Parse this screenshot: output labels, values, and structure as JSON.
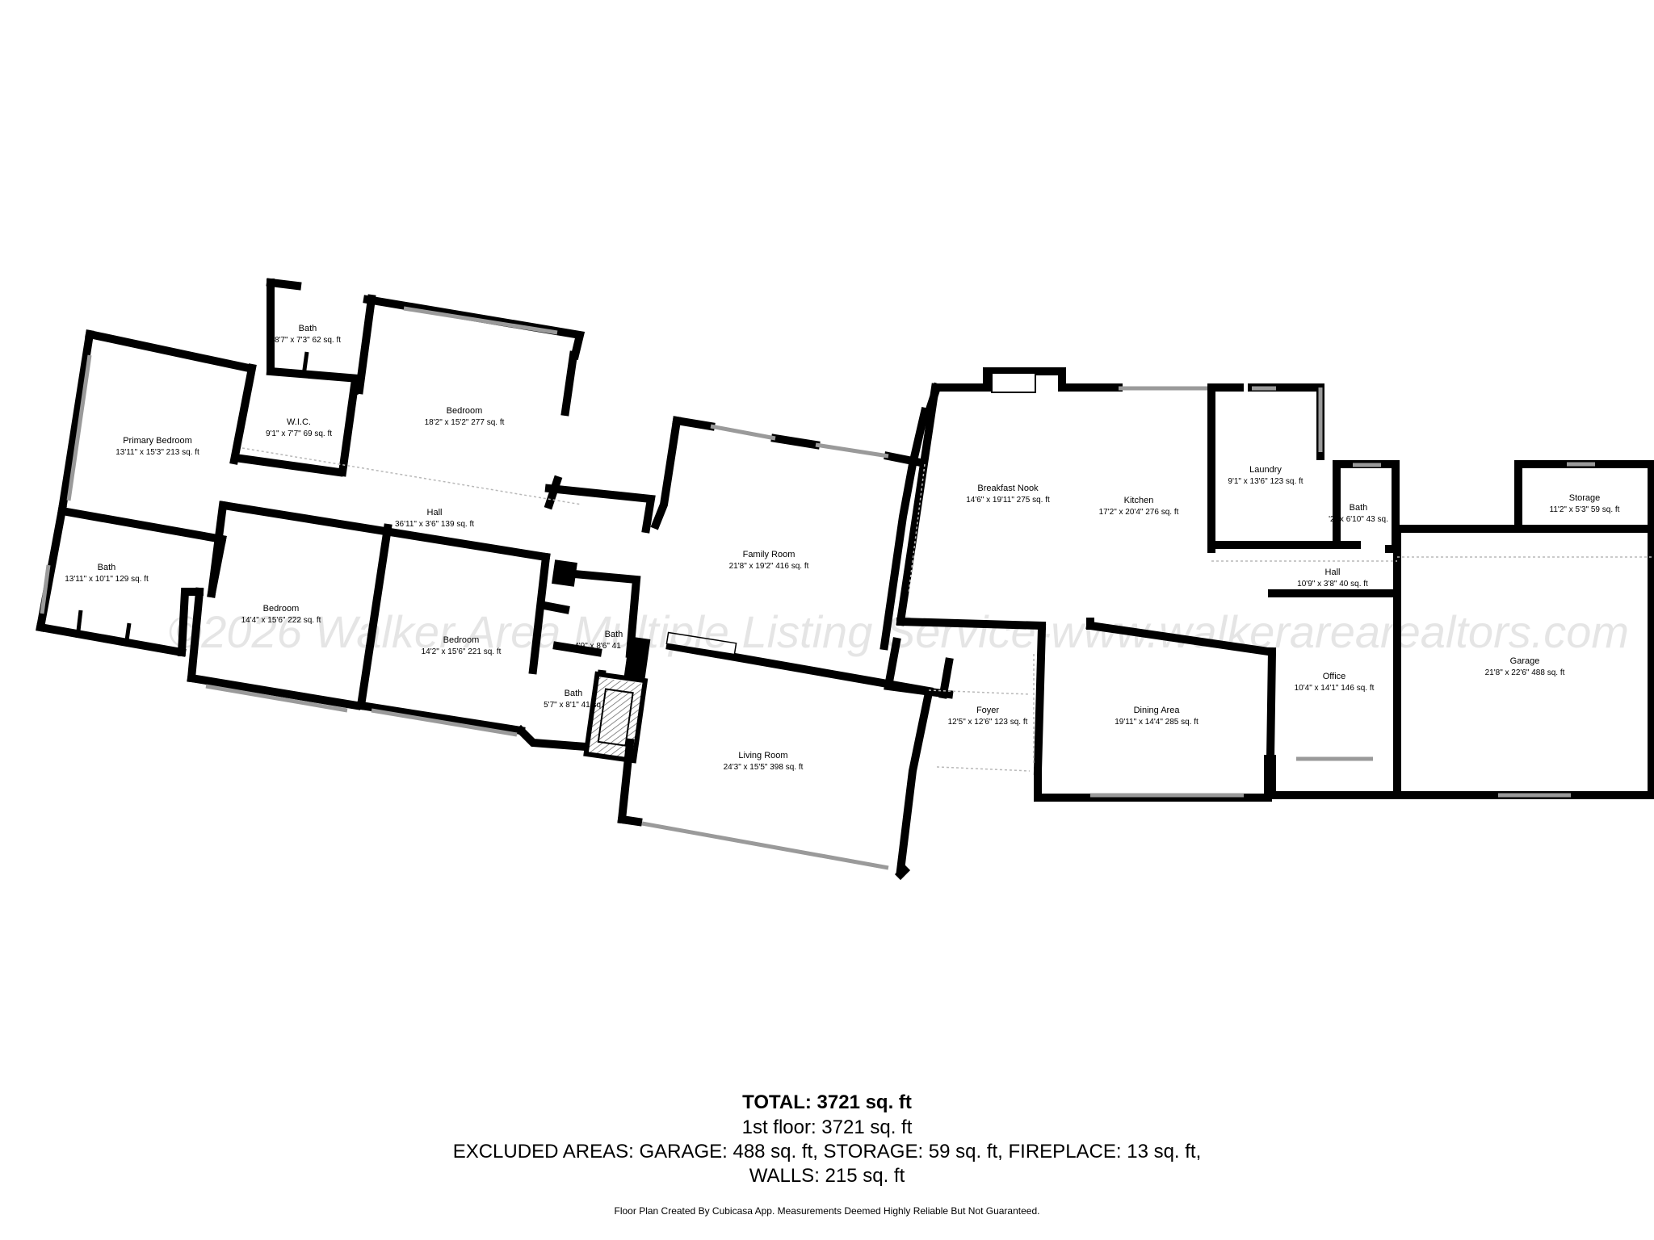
{
  "rooms": [
    {
      "id": "bath_top",
      "name": "Bath",
      "dims": "8'7\" x 7'3\" 62 sq. ft"
    },
    {
      "id": "bedroom_top",
      "name": "Bedroom",
      "dims": "18'2\" x 15'2\" 277 sq. ft"
    },
    {
      "id": "primary_bedroom",
      "name": "Primary Bedroom",
      "dims": "13'11\" x 15'3\" 213 sq. ft"
    },
    {
      "id": "wic",
      "name": "W.I.C.",
      "dims": "9'1\" x 7'7\" 69 sq. ft"
    },
    {
      "id": "hall_bedrooms",
      "name": "Hall",
      "dims": "36'11\" x 3'6\" 139 sq. ft"
    },
    {
      "id": "bath_primary",
      "name": "Bath",
      "dims": "13'11\" x 10'1\" 129 sq. ft"
    },
    {
      "id": "bedroom_left",
      "name": "Bedroom",
      "dims": "14'4\" x 15'6\" 222 sq. ft"
    },
    {
      "id": "bedroom_mid",
      "name": "Bedroom",
      "dims": "14'2\" x 15'6\" 221 sq. ft"
    },
    {
      "id": "bath_small",
      "name": "Bath",
      "dims": "4'9\" x 8'6\" 41"
    },
    {
      "id": "bath_lower",
      "name": "Bath",
      "dims": "5'7\" x 8'1\" 41 sq."
    },
    {
      "id": "family_room",
      "name": "Family Room",
      "dims": "21'8\" x 19'2\" 416 sq. ft"
    },
    {
      "id": "living_room",
      "name": "Living Room",
      "dims": "24'3\" x 15'5\" 398 sq. ft"
    },
    {
      "id": "breakfast_nook",
      "name": "Breakfast Nook",
      "dims": "14'6\" x 19'11\" 275 sq. ft"
    },
    {
      "id": "kitchen",
      "name": "Kitchen",
      "dims": "17'2\" x 20'4\" 276 sq. ft"
    },
    {
      "id": "laundry",
      "name": "Laundry",
      "dims": "9'1\" x 13'6\" 123 sq. ft"
    },
    {
      "id": "bath_right",
      "name": "Bath",
      "dims": "'2\" x 6'10\" 43 sq."
    },
    {
      "id": "storage",
      "name": "Storage",
      "dims": "11'2\" x 5'3\" 59 sq. ft"
    },
    {
      "id": "hall_right",
      "name": "Hall",
      "dims": "10'9\" x 3'8\" 40 sq. ft"
    },
    {
      "id": "foyer",
      "name": "Foyer",
      "dims": "12'5\" x 12'6\" 123 sq. ft"
    },
    {
      "id": "dining_area",
      "name": "Dining Area",
      "dims": "19'11\" x 14'4\" 285 sq. ft"
    },
    {
      "id": "office",
      "name": "Office",
      "dims": "10'4\" x 14'1\" 146 sq. ft"
    },
    {
      "id": "garage",
      "name": "Garage",
      "dims": "21'8\" x 22'6\" 488 sq. ft"
    }
  ],
  "watermark": "©2026 Walker Area Multiple Listing Service-www.walkerarearealtors.com",
  "summary": {
    "total": "TOTAL: 3721 sq. ft",
    "floor": "1st floor: 3721 sq. ft",
    "excluded": "EXCLUDED AREAS: GARAGE: 488 sq. ft, STORAGE: 59 sq. ft, FIREPLACE: 13 sq. ft,",
    "walls": "WALLS: 215 sq. ft",
    "credit": "Floor Plan Created By Cubicasa App. Measurements Deemed Highly Reliable But Not Guaranteed."
  }
}
